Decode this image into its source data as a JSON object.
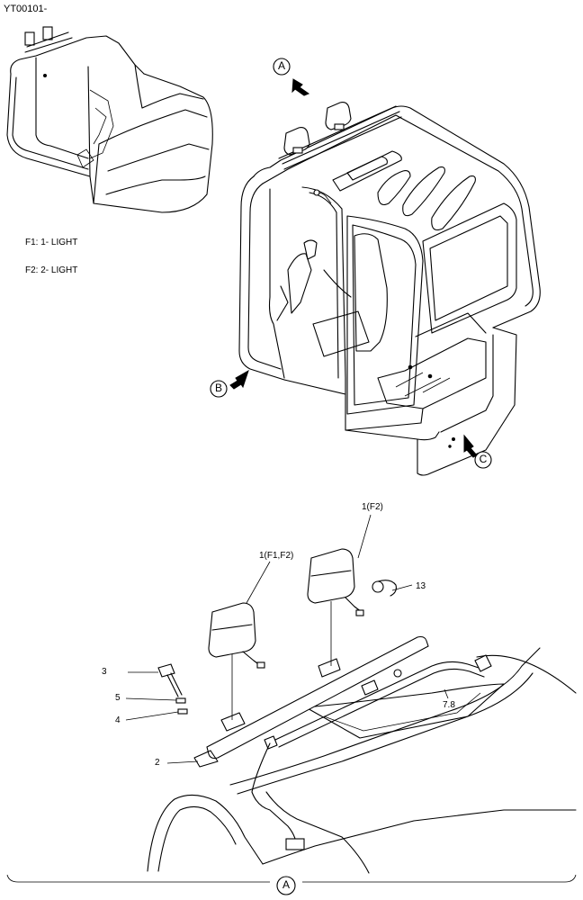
{
  "doc_code": "YT00101-",
  "legend": {
    "f1": "F1: 1- LIGHT",
    "f2": "F2: 2- LIGHT"
  },
  "view_markers": {
    "a": "A",
    "b": "B",
    "c": "C",
    "bottom": "A"
  },
  "callouts": {
    "p1_f2": "1(F2)",
    "p1_f1f2": "1(F1,F2)",
    "p13": "13",
    "p3": "3",
    "p5": "5",
    "p4": "4",
    "p2": "2",
    "p78": "7.8"
  }
}
